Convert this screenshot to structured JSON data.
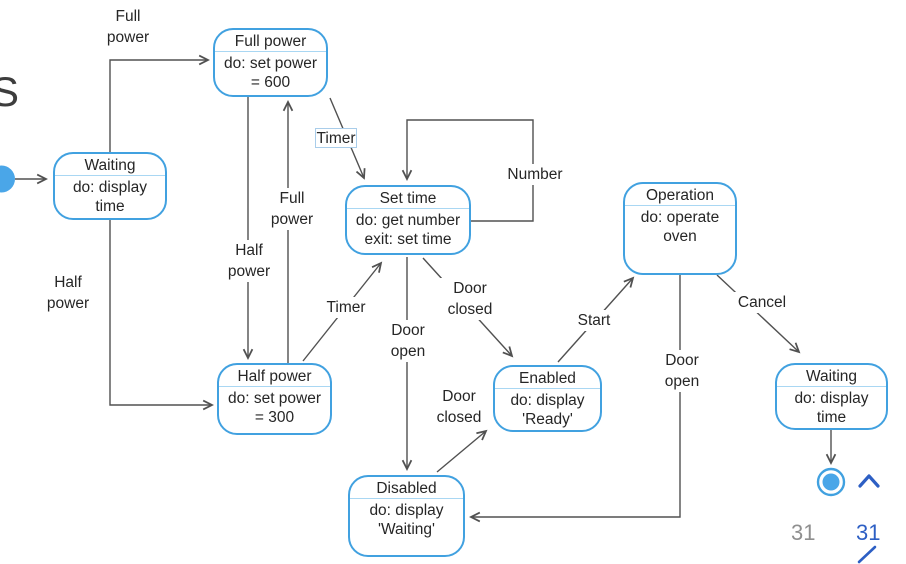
{
  "page": {
    "title_fragment": "S",
    "page_number_secondary": "31",
    "page_number_primary": "31"
  },
  "colors": {
    "state_border": "#41a1e0",
    "state_divider": "#a9d7f3",
    "node_fill": "#4aa6e8",
    "edge_line": "#515151",
    "text": "#262626",
    "nav_blue": "#2d5fc4",
    "page_gray": "#8f8f8f",
    "selection_border": "#a9cdea"
  },
  "diagram": {
    "states": [
      {
        "id": "waiting-left",
        "title": "Waiting",
        "body": "do: display\ntime"
      },
      {
        "id": "full-power",
        "title": "Full power",
        "body": "do: set power\n= 600"
      },
      {
        "id": "set-time",
        "title": "Set time",
        "body": "do: get number\nexit: set time"
      },
      {
        "id": "half-power",
        "title": "Half power",
        "body": "do: set power\n= 300"
      },
      {
        "id": "enabled",
        "title": "Enabled",
        "body": "do: display\n'Ready'"
      },
      {
        "id": "disabled",
        "title": "Disabled",
        "body": "do: display\n'Waiting'"
      },
      {
        "id": "operation",
        "title": "Operation",
        "body": "do: operate\noven"
      },
      {
        "id": "waiting-right",
        "title": "Waiting",
        "body": "do: display\ntime"
      }
    ],
    "labels": [
      {
        "id": "full-power-top",
        "text": "Full\npower"
      },
      {
        "id": "half-power-left",
        "text": "Half\npower"
      },
      {
        "id": "full-power-mid",
        "text": "Full\npower"
      },
      {
        "id": "half-power-mid",
        "text": "Half\npower"
      },
      {
        "id": "timer-selected",
        "text": "Timer"
      },
      {
        "id": "timer",
        "text": "Timer"
      },
      {
        "id": "number",
        "text": "Number"
      },
      {
        "id": "door-closed-upper",
        "text": "Door\nclosed"
      },
      {
        "id": "door-open-mid",
        "text": "Door\nopen"
      },
      {
        "id": "door-closed-lower",
        "text": "Door\nclosed"
      },
      {
        "id": "start",
        "text": "Start"
      },
      {
        "id": "door-open-right",
        "text": "Door\nopen"
      },
      {
        "id": "cancel",
        "text": "Cancel"
      }
    ]
  }
}
